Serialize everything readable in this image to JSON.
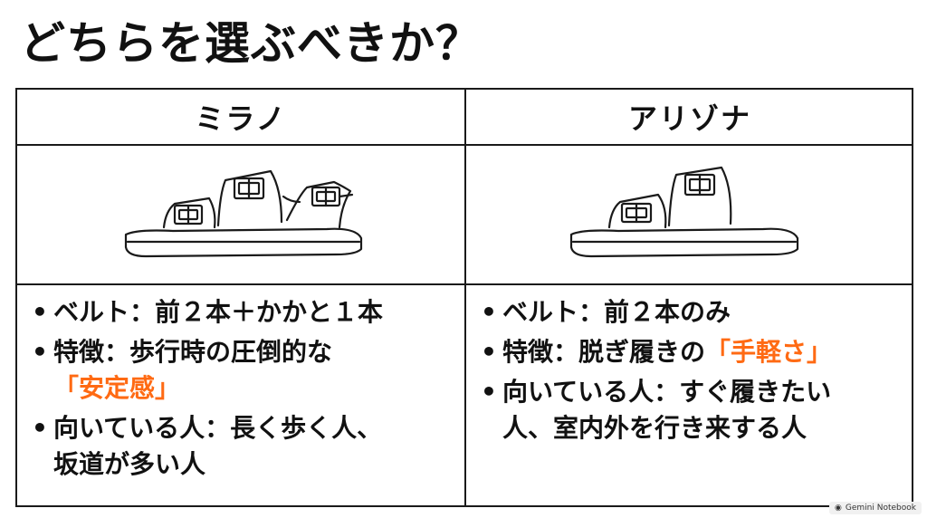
{
  "title": "どちらを選ぶべきか？",
  "columns": [
    {
      "name": "ミラノ",
      "features": [
        {
          "lines": [
            "ベルト：前２本＋かかと１本"
          ]
        },
        {
          "lines": [
            "特徴：歩行時の圧倒的な"
          ],
          "highlight": "「安定感」"
        },
        {
          "lines": [
            "向いている人：長く歩く人、",
            "坂道が多い人"
          ]
        }
      ]
    },
    {
      "name": "アリゾナ",
      "features": [
        {
          "lines": [
            "ベルト：前２本のみ"
          ]
        },
        {
          "prefix": "特徴：脱ぎ履きの",
          "highlight": "「手軽さ」"
        },
        {
          "lines": [
            "向いている人：すぐ履きたい",
            "人、室内外を行き来する人"
          ]
        }
      ]
    }
  ],
  "bullet_glyph": "•",
  "accent_color": "#ff6a13",
  "badge": {
    "icon": "notebook-icon",
    "text": "Gemini Notebook"
  }
}
